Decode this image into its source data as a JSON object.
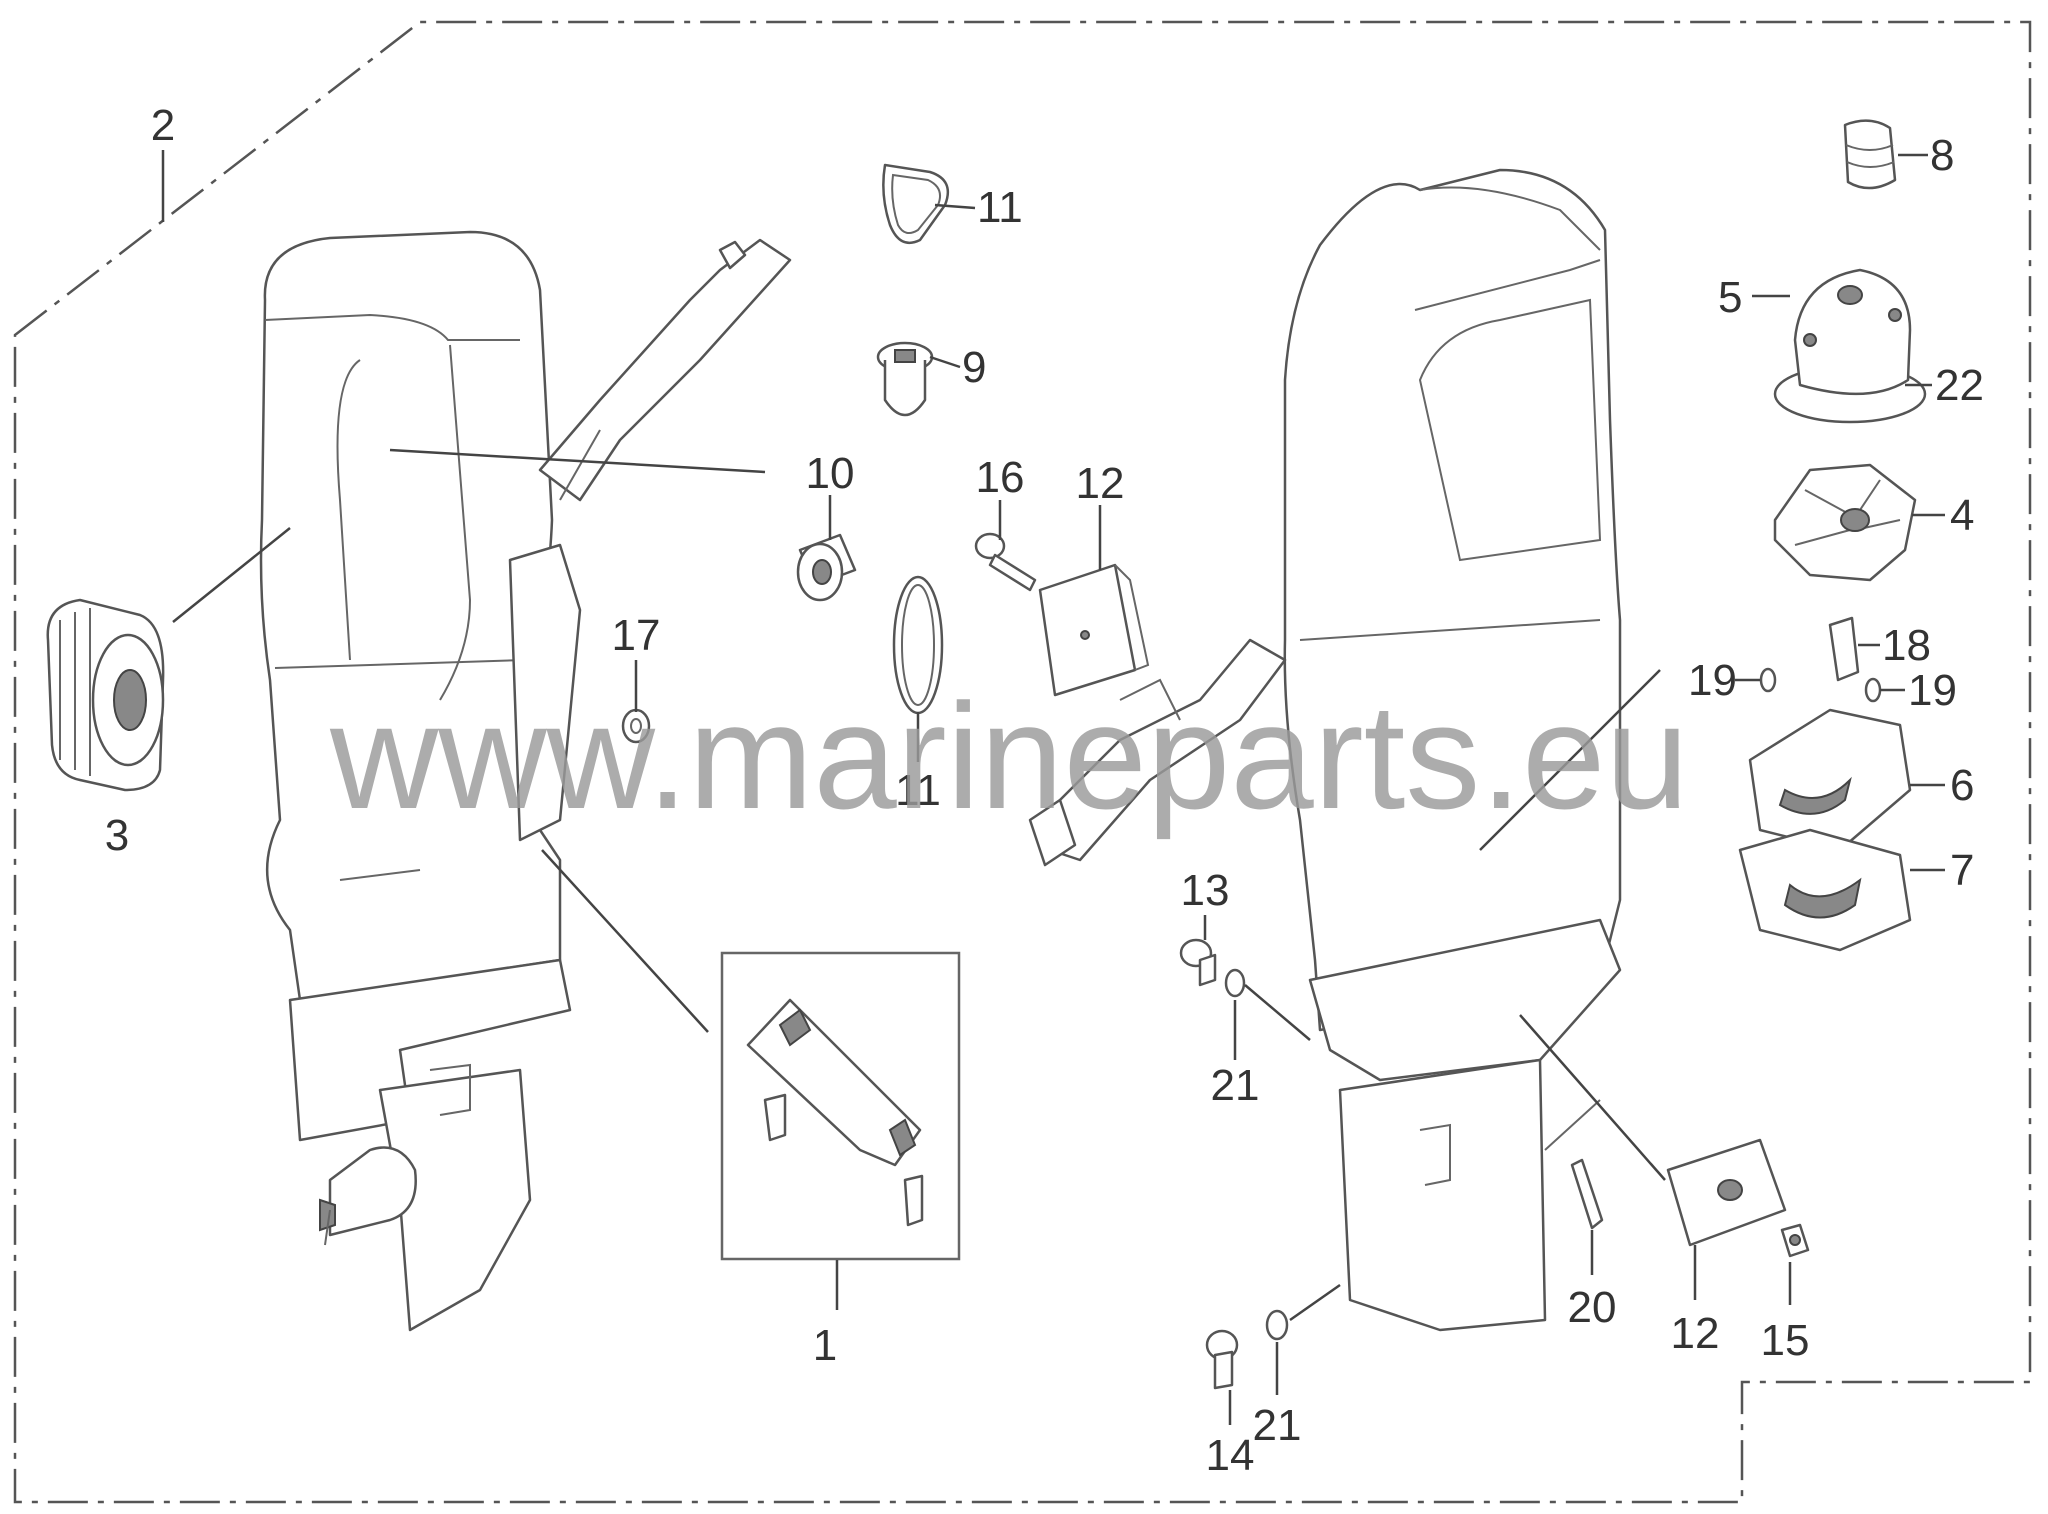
{
  "watermark": "www.marineparts.eu",
  "callouts": [
    {
      "id": "1",
      "label": "1"
    },
    {
      "id": "2",
      "label": "2"
    },
    {
      "id": "3",
      "label": "3"
    },
    {
      "id": "4",
      "label": "4"
    },
    {
      "id": "5",
      "label": "5"
    },
    {
      "id": "6",
      "label": "6"
    },
    {
      "id": "7",
      "label": "7"
    },
    {
      "id": "8",
      "label": "8"
    },
    {
      "id": "9",
      "label": "9"
    },
    {
      "id": "10",
      "label": "10"
    },
    {
      "id": "11a",
      "label": "11"
    },
    {
      "id": "11b",
      "label": "11"
    },
    {
      "id": "12a",
      "label": "12"
    },
    {
      "id": "12b",
      "label": "12"
    },
    {
      "id": "13",
      "label": "13"
    },
    {
      "id": "14",
      "label": "14"
    },
    {
      "id": "15",
      "label": "15"
    },
    {
      "id": "16",
      "label": "16"
    },
    {
      "id": "17",
      "label": "17"
    },
    {
      "id": "18",
      "label": "18"
    },
    {
      "id": "19a",
      "label": "19"
    },
    {
      "id": "19b",
      "label": "19"
    },
    {
      "id": "20",
      "label": "20"
    },
    {
      "id": "21a",
      "label": "21"
    },
    {
      "id": "21b",
      "label": "21"
    },
    {
      "id": "22",
      "label": "22"
    }
  ]
}
